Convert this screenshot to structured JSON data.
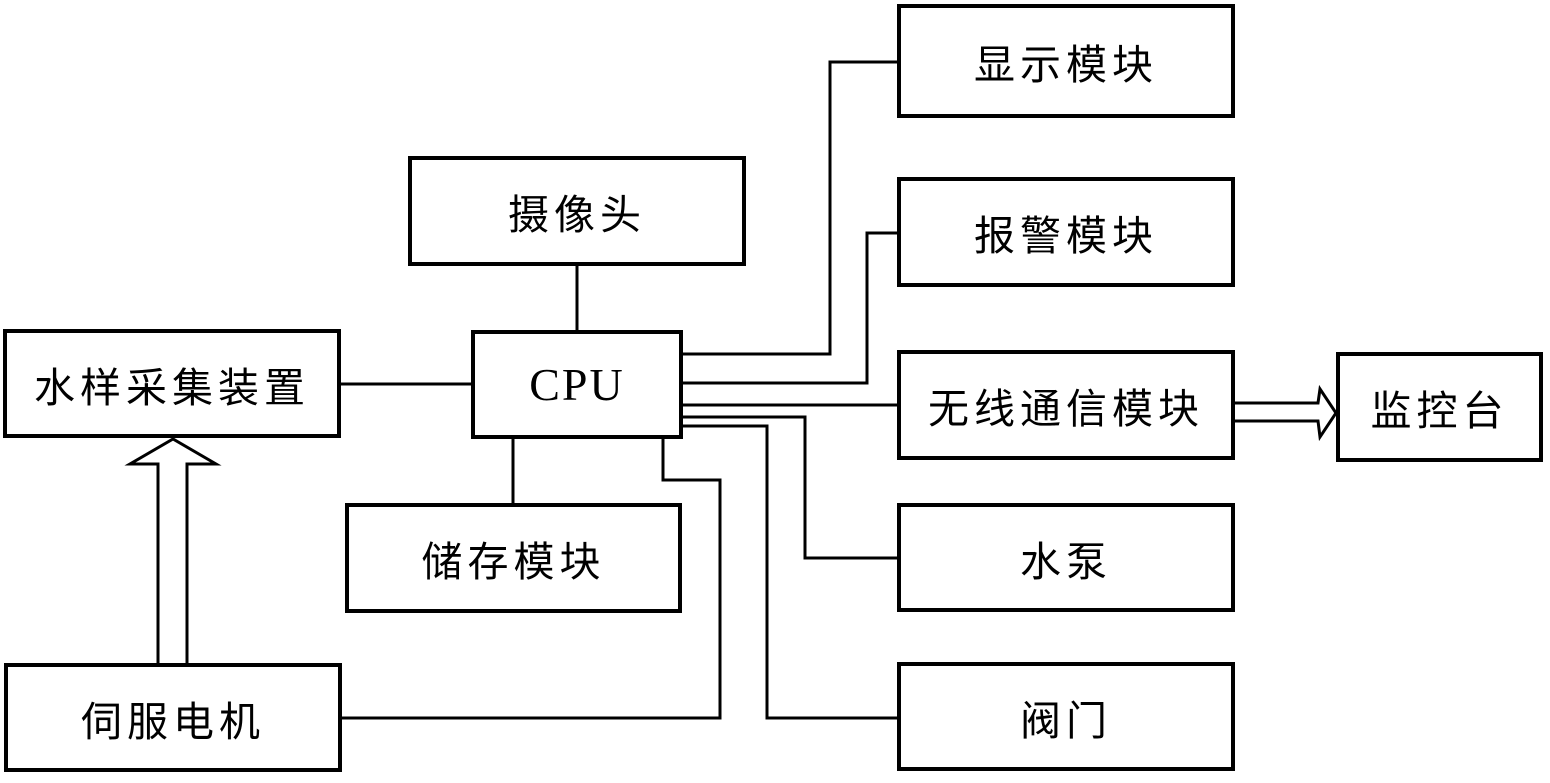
{
  "diagram": {
    "background_color": "#ffffff",
    "line_color": "#000000",
    "nodes": {
      "camera": {
        "label": "摄像头"
      },
      "water_sample": {
        "label": "水样采集装置"
      },
      "cpu": {
        "label": "CPU"
      },
      "storage": {
        "label": "储存模块"
      },
      "servo_motor": {
        "label": "伺服电机"
      },
      "display": {
        "label": "显示模块"
      },
      "alarm": {
        "label": "报警模块"
      },
      "wireless": {
        "label": "无线通信模块"
      },
      "monitor": {
        "label": "监控台"
      },
      "pump": {
        "label": "水泵"
      },
      "valve": {
        "label": "阀门"
      }
    },
    "edges": [
      {
        "from": "camera",
        "to": "cpu",
        "style": "line"
      },
      {
        "from": "water_sample",
        "to": "cpu",
        "style": "line"
      },
      {
        "from": "cpu",
        "to": "storage",
        "style": "line"
      },
      {
        "from": "cpu",
        "to": "display",
        "style": "line"
      },
      {
        "from": "cpu",
        "to": "alarm",
        "style": "line"
      },
      {
        "from": "cpu",
        "to": "wireless",
        "style": "line"
      },
      {
        "from": "cpu",
        "to": "pump",
        "style": "line"
      },
      {
        "from": "cpu",
        "to": "valve",
        "style": "line"
      },
      {
        "from": "cpu",
        "to": "servo_motor",
        "style": "line"
      },
      {
        "from": "servo_motor",
        "to": "water_sample",
        "style": "hollow-arrow"
      },
      {
        "from": "wireless",
        "to": "monitor",
        "style": "hollow-arrow"
      }
    ]
  }
}
